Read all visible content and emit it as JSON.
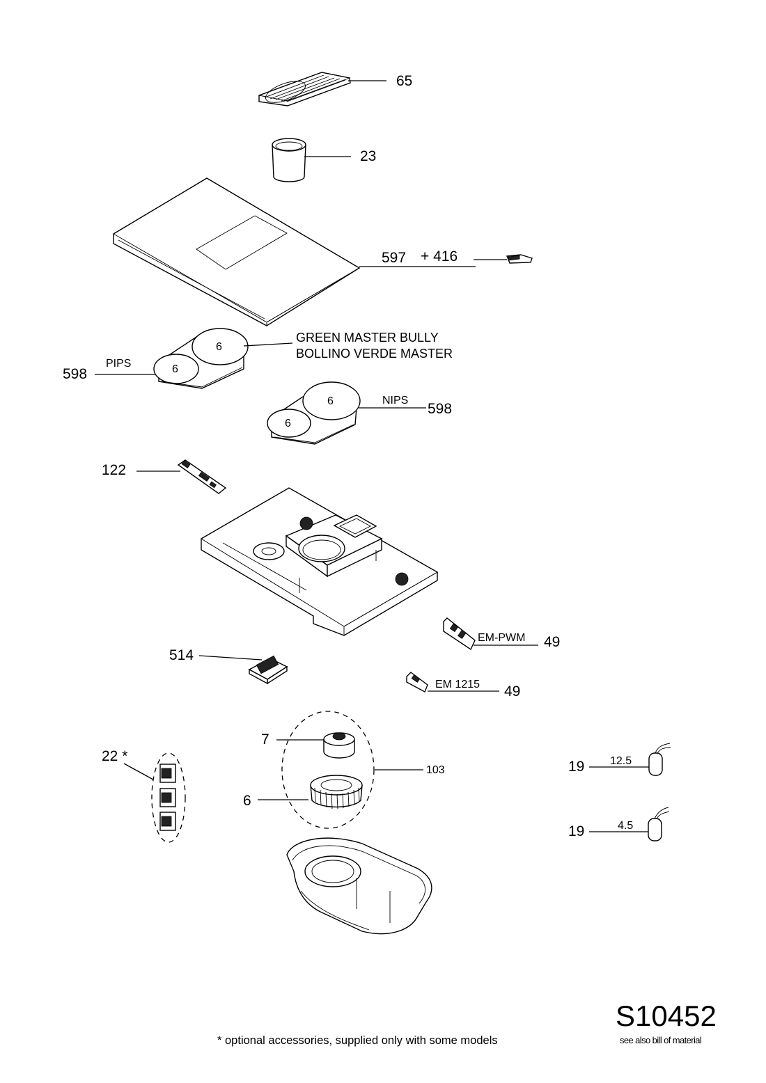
{
  "labels": {
    "p65": "65",
    "p23": "23",
    "p597": "597",
    "p416": "+ 416",
    "green_en": "GREEN MASTER BULLY",
    "green_it": "BOLLINO VERDE MASTER",
    "pips": "PIPS",
    "p598a": "598",
    "nips": "NIPS",
    "p598b": "598",
    "p122": "122",
    "empwm": "EM-PWM",
    "p49a": "49",
    "p514": "514",
    "em1215": "EM 1215",
    "p49b": "49",
    "p7": "7",
    "p103": "103",
    "p22": "22 *",
    "p6": "6",
    "p19a": "19",
    "v125": "12.5",
    "p19b": "19",
    "v45": "4.5"
  },
  "reference": {
    "code": "S10452",
    "note": "see also bill of material"
  },
  "footnote": "* optional accessories, supplied only with some models"
}
